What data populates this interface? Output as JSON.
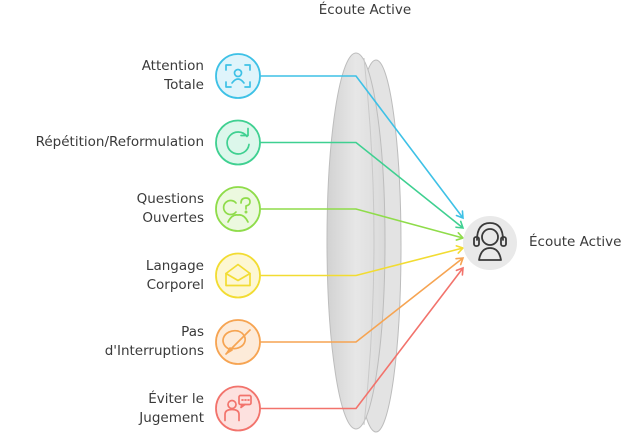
{
  "title": "Écoute Active",
  "output": {
    "label": "Écoute Active",
    "icon": "headset-person-icon"
  },
  "inputs": [
    {
      "label": "Attention\nTotale",
      "icon": "user-focus-icon",
      "color": "#3ec1e6",
      "fill": "#dff4fb"
    },
    {
      "label": "Répétition/Reformulation",
      "icon": "refresh-arrow-icon",
      "color": "#3fd091",
      "fill": "#dcf7eb"
    },
    {
      "label": "Questions\nOuvertes",
      "icon": "person-question-icon",
      "color": "#8fdc4a",
      "fill": "#ecf9df"
    },
    {
      "label": "Langage\nCorporel",
      "icon": "open-envelope-icon",
      "color": "#f2dc32",
      "fill": "#fdf7d3"
    },
    {
      "label": "Pas\nd'Interruptions",
      "icon": "no-speech-icon",
      "color": "#f6a452",
      "fill": "#fdebd9"
    },
    {
      "label": "Éviter le\nJugement",
      "icon": "person-chat-icon",
      "color": "#f2736c",
      "fill": "#fde1df"
    }
  ]
}
